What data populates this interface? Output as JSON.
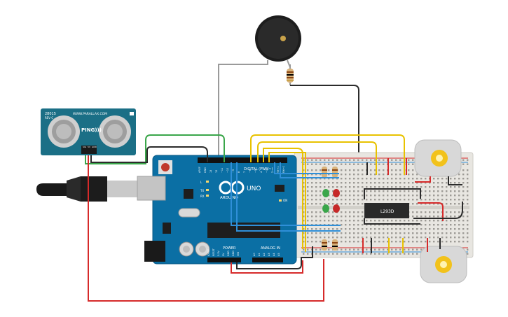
{
  "sensor": {
    "model_text": "28015",
    "rev_text": "REV C",
    "url_text": "WWW.PARALLAX.COM",
    "brand_text": "PING)))",
    "pin_labels": [
      "SIG",
      "5V",
      "GND"
    ]
  },
  "arduino": {
    "brand_text": "ARDUINO",
    "model_text": "UNO",
    "header_digital_text": "DIGITAL (PWM~)",
    "header_power_text": "POWER",
    "header_analog_text": "ANALOG IN",
    "led_l": "L",
    "led_tx": "TX",
    "led_rx": "RX",
    "led_on": "ON",
    "power_pins": [
      "IOREF",
      "RESET",
      "3.3V",
      "5V",
      "GND",
      "GND",
      "VIN"
    ],
    "analog_pins": [
      "A0",
      "A1",
      "A2",
      "A3",
      "A4",
      "A5"
    ],
    "digital_pins": [
      "AREF",
      "GND",
      "13",
      "12",
      "~11",
      "~10",
      "~9",
      "8",
      "7",
      "~6",
      "~5",
      "4",
      "~3",
      "2",
      "TX→1",
      "RX←0"
    ]
  },
  "driver_chip": {
    "label_text": "L293D"
  },
  "colors": {
    "board_blue": "#0b6fa4",
    "breadboard": "#e8e6e1",
    "wire_red": "#d62a2a",
    "wire_black": "#2b2b2b",
    "wire_yellow": "#e8c200",
    "wire_green": "#3aa64a",
    "wire_blue": "#2f8fd8",
    "wire_gray": "#9a9a9a",
    "sensor_teal": "#1b6f86",
    "motor_gray": "#d8d8d8",
    "motor_gear": "#f2c21b"
  }
}
